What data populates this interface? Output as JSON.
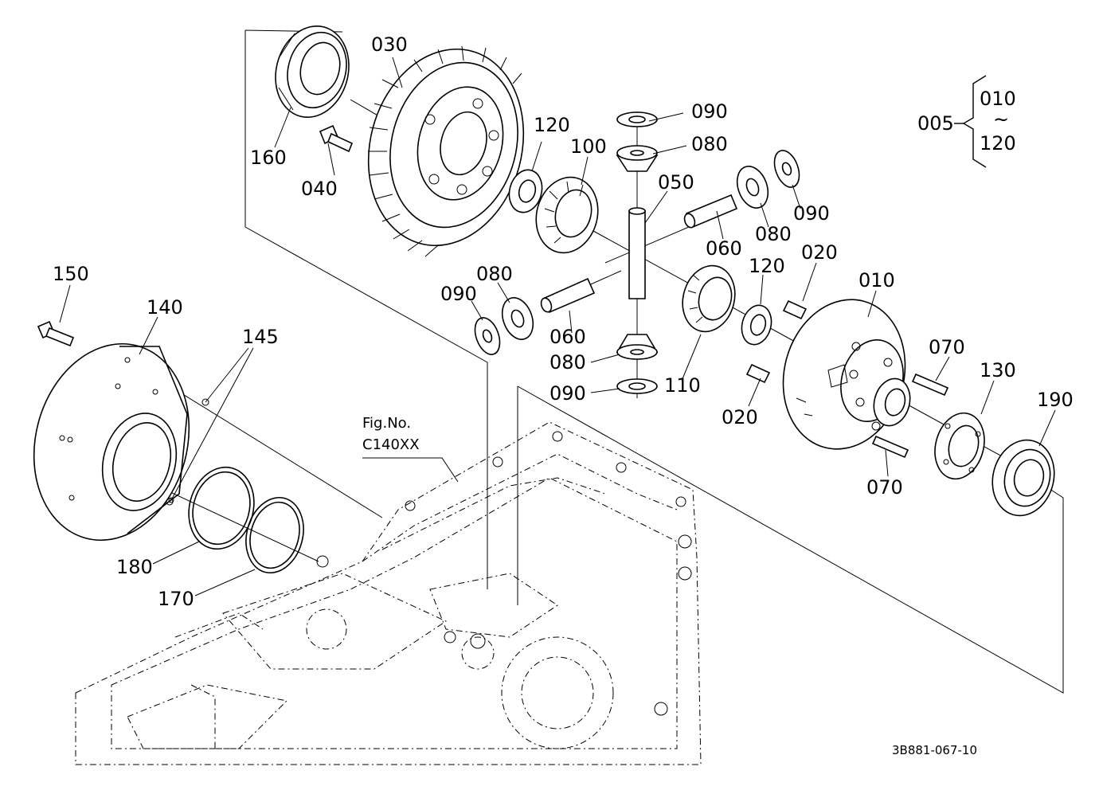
{
  "labels": {
    "p030": "030",
    "p120a": "120",
    "p100": "100",
    "p090a": "090",
    "p080a": "080",
    "p005": "005",
    "p010top": "010",
    "tilde": "~",
    "p120range": "120",
    "p160": "160",
    "p040": "040",
    "p050": "050",
    "p090b": "090",
    "p080b": "080",
    "p060a": "060",
    "p120b": "120",
    "p020a": "020",
    "p010": "010",
    "p150": "150",
    "p140": "140",
    "p145": "145",
    "p080c": "080",
    "p090c": "090",
    "p060b": "060",
    "p080d": "080",
    "p110": "110",
    "p090d": "090",
    "p070a": "070",
    "p130": "130",
    "p190": "190",
    "p020b": "020",
    "p070b": "070",
    "p180": "180",
    "p170": "170",
    "fig_no": "Fig.No.",
    "fig_ref": "C140XX",
    "drawing_code": "3B881-067-10"
  }
}
